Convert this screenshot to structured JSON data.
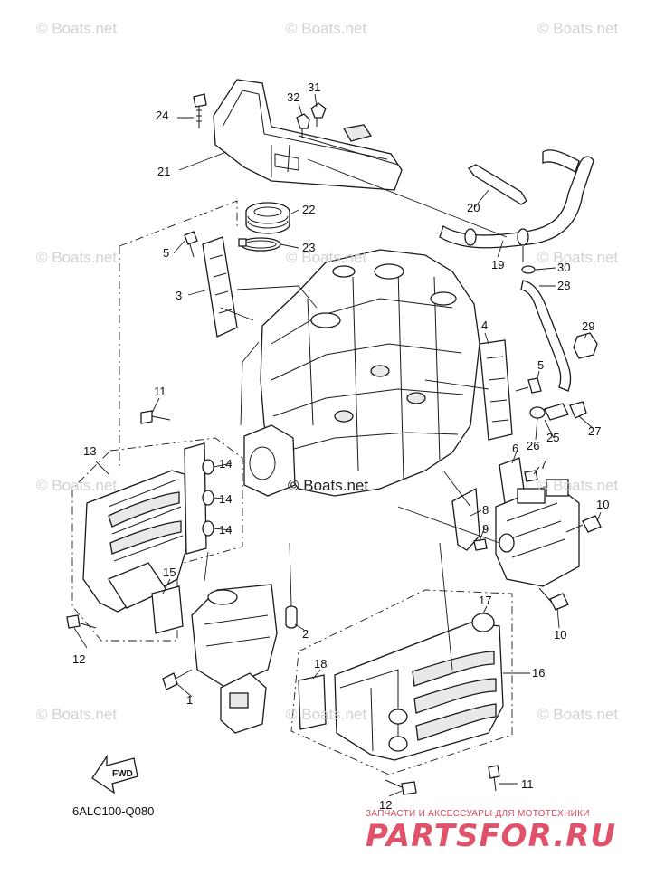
{
  "watermarks": {
    "text": "© Boats.net",
    "center_text": "© Boats.net"
  },
  "callouts": [
    "1",
    "2",
    "3",
    "4",
    "5",
    "5",
    "6",
    "7",
    "8",
    "9",
    "10",
    "10",
    "11",
    "11",
    "12",
    "12",
    "13",
    "14",
    "14",
    "14",
    "15",
    "16",
    "17",
    "18",
    "19",
    "20",
    "21",
    "22",
    "23",
    "24",
    "25",
    "26",
    "27",
    "28",
    "29",
    "30",
    "31",
    "32"
  ],
  "diagram_ref": "6ALC100-Q080",
  "fwd_label": "FWD",
  "shop": {
    "tagline": "ЗАПЧАСТИ И АКСЕССУАРЫ ДЛЯ МОТОТЕХНИКИ",
    "logo": "PARTSFOR.RU",
    "color": "#e0526a"
  }
}
